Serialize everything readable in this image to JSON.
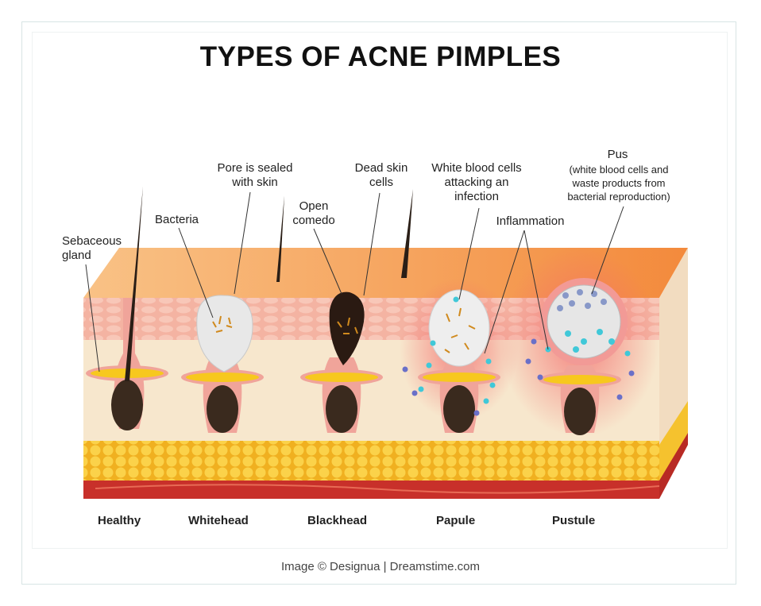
{
  "title": "TYPES OF ACNE PIMPLES",
  "labels": {
    "sebaceous_gland": "Sebaceous gland",
    "bacteria": "Bacteria",
    "pore_sealed": "Pore is sealed with skin",
    "open_comedo": "Open comedo",
    "dead_skin_cells": "Dead skin cells",
    "white_blood_cells": "White blood cells attacking an infection",
    "inflammation": "Inflammation",
    "pus": "Pus",
    "pus_detail": "(white blood cells and waste products from bacterial reproduction)"
  },
  "captions": [
    "Healthy",
    "Whitehead",
    "Blackhead",
    "Papule",
    "Pustule"
  ],
  "credit": "Image © Designua | Dreamstime.com",
  "colors": {
    "epidermis": "#f4b3a2",
    "dermis": "#f7e7cd",
    "fat": "#f5c22e",
    "muscle": "#c8302a",
    "top": "#f59a4c",
    "bulb": "#3a2a1e",
    "gland": "#f7c81e"
  }
}
